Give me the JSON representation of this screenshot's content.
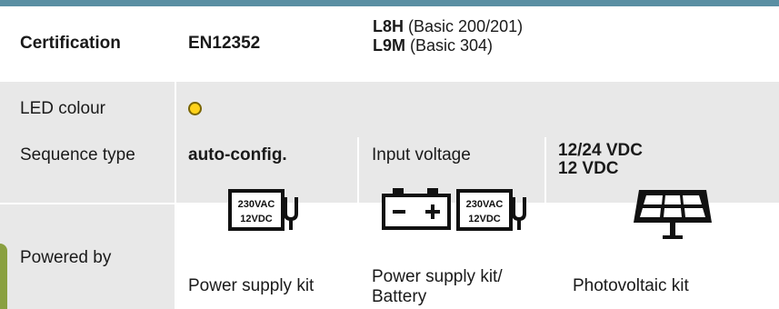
{
  "rows": {
    "certification": {
      "label": "Certification",
      "standard": "EN12352",
      "models": [
        {
          "code": "L8H",
          "desc": "(Basic 200/201)"
        },
        {
          "code": "L9M",
          "desc": "(Basic 304)"
        }
      ]
    },
    "led": {
      "label": "LED colour",
      "color_hex": "#ffd21a"
    },
    "sequence": {
      "label": "Sequence type",
      "value": "auto-config.",
      "input_label": "Input voltage",
      "voltages": [
        "12/24 VDC",
        "12 VDC"
      ]
    },
    "powered": {
      "label": "Powered by",
      "kits": [
        {
          "name": "Power supply kit",
          "icon": "mains-plug-icon",
          "plug_text": [
            "230VAC",
            "12VDC"
          ]
        },
        {
          "name_lines": [
            "Power supply kit/",
            "Battery"
          ],
          "icon": "battery-and-mains-plug-icon",
          "plug_text": [
            "230VAC",
            "12VDC"
          ]
        },
        {
          "name": "Photovoltaic kit",
          "icon": "solar-panel-icon"
        }
      ]
    }
  },
  "colors": {
    "header_bar": "#5a8fa3",
    "row_shade": "#e8e8e8"
  }
}
